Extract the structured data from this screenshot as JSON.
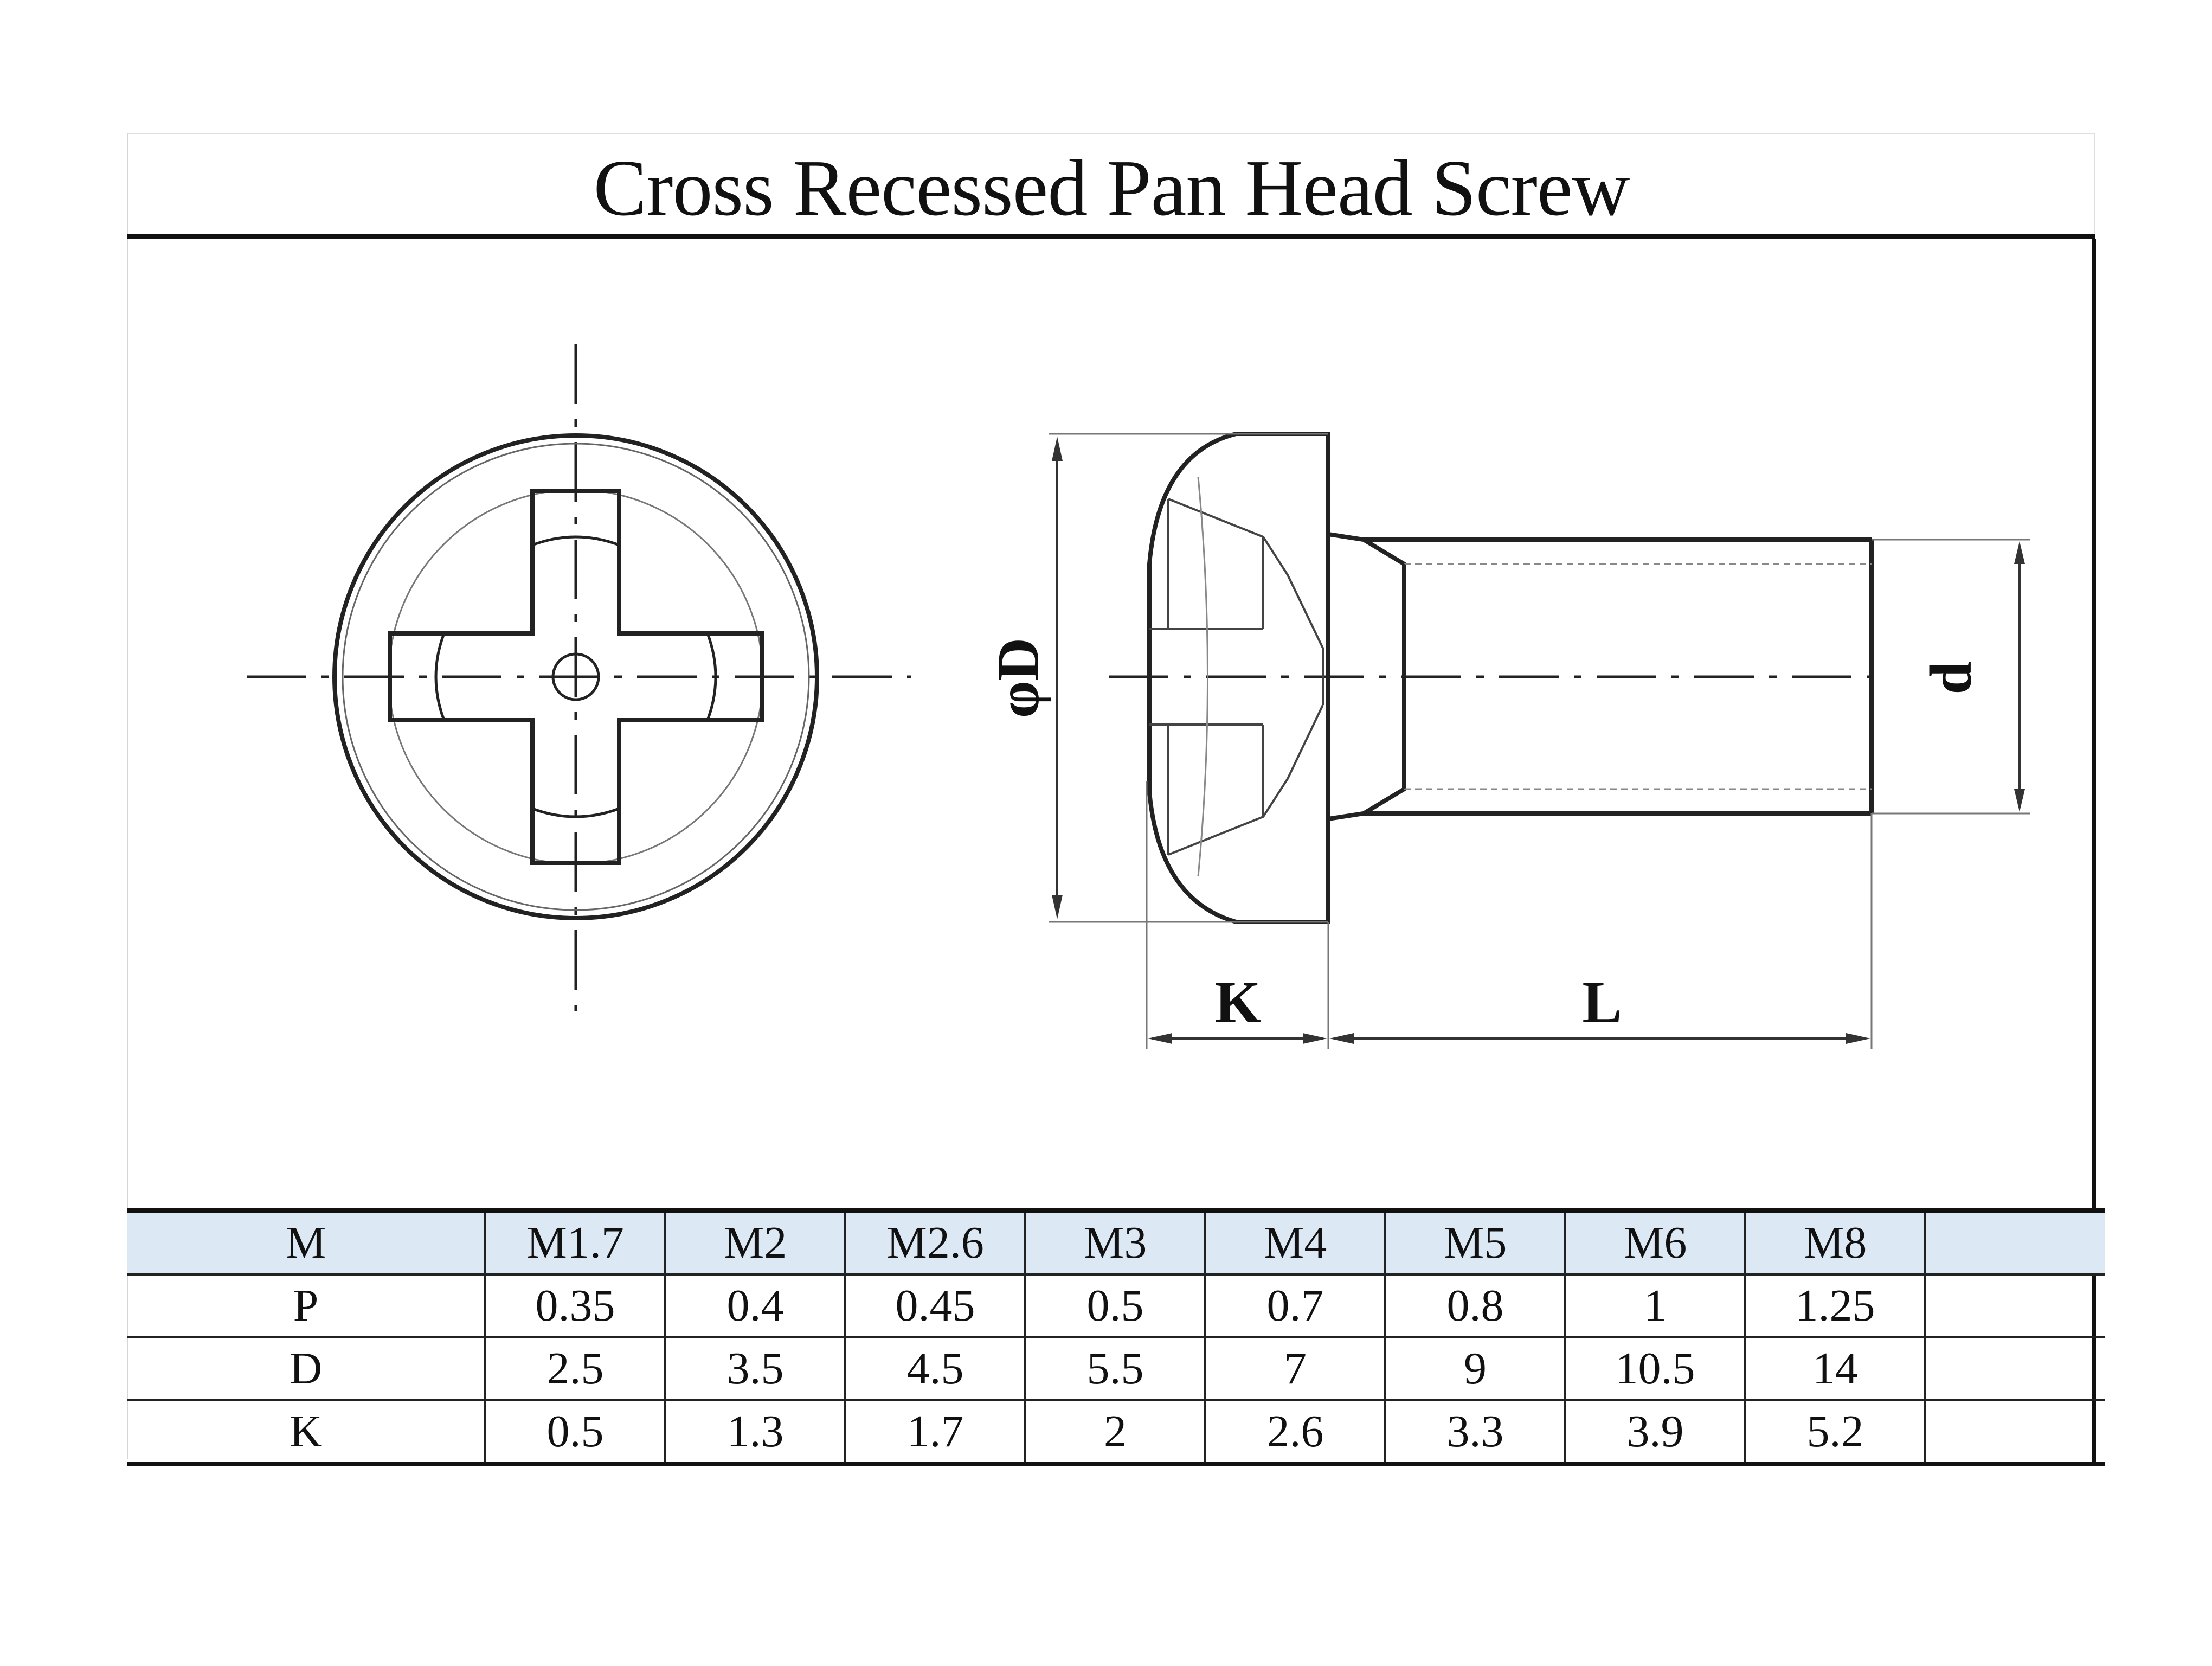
{
  "title": "Cross Recessed Pan Head Screw",
  "dimension_labels": {
    "head_diameter": "φD",
    "thread_diameter": "d",
    "head_height": "K",
    "length": "L"
  },
  "spec_table": {
    "rows": [
      {
        "label": "M",
        "values": [
          "M1.7",
          "M2",
          "M2.6",
          "M3",
          "M4",
          "M5",
          "M6",
          "M8",
          ""
        ]
      },
      {
        "label": "P",
        "values": [
          "0.35",
          "0.4",
          "0.45",
          "0.5",
          "0.7",
          "0.8",
          "1",
          "1.25",
          ""
        ]
      },
      {
        "label": "D",
        "values": [
          "2.5",
          "3.5",
          "4.5",
          "5.5",
          "7",
          "9",
          "10.5",
          "14",
          ""
        ]
      },
      {
        "label": "K",
        "values": [
          "0.5",
          "1.3",
          "1.7",
          "2",
          "2.6",
          "3.3",
          "3.9",
          "5.2",
          ""
        ]
      }
    ]
  },
  "colors": {
    "header_row": "#dce8f4",
    "line": "#111111"
  }
}
